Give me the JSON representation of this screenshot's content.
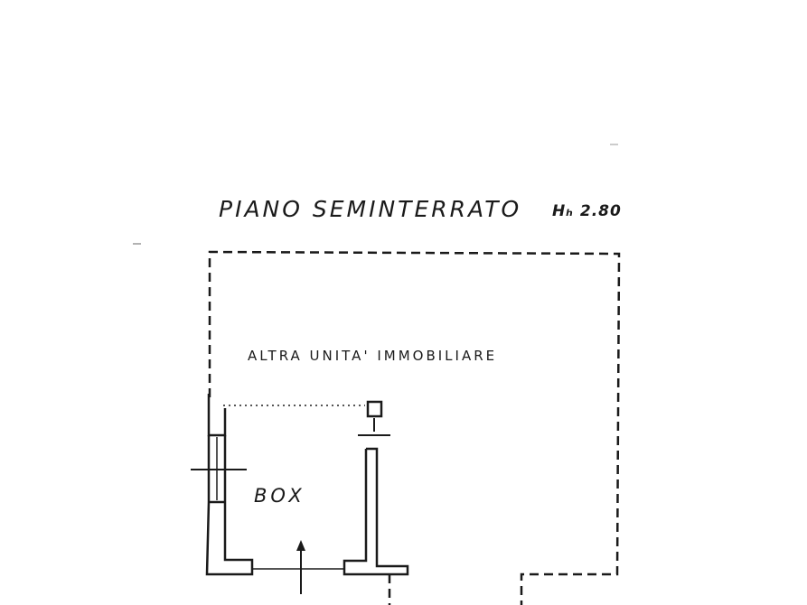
{
  "plan": {
    "title": "PIANO SEMINTERRATO",
    "height_label": "Hₕ 2.80",
    "other_unit_label": "ALTRA UNITA' IMMOBILIARE",
    "box_label": "BOX"
  },
  "colors": {
    "ink": "#1a1a1a",
    "paper": "#ffffff"
  }
}
